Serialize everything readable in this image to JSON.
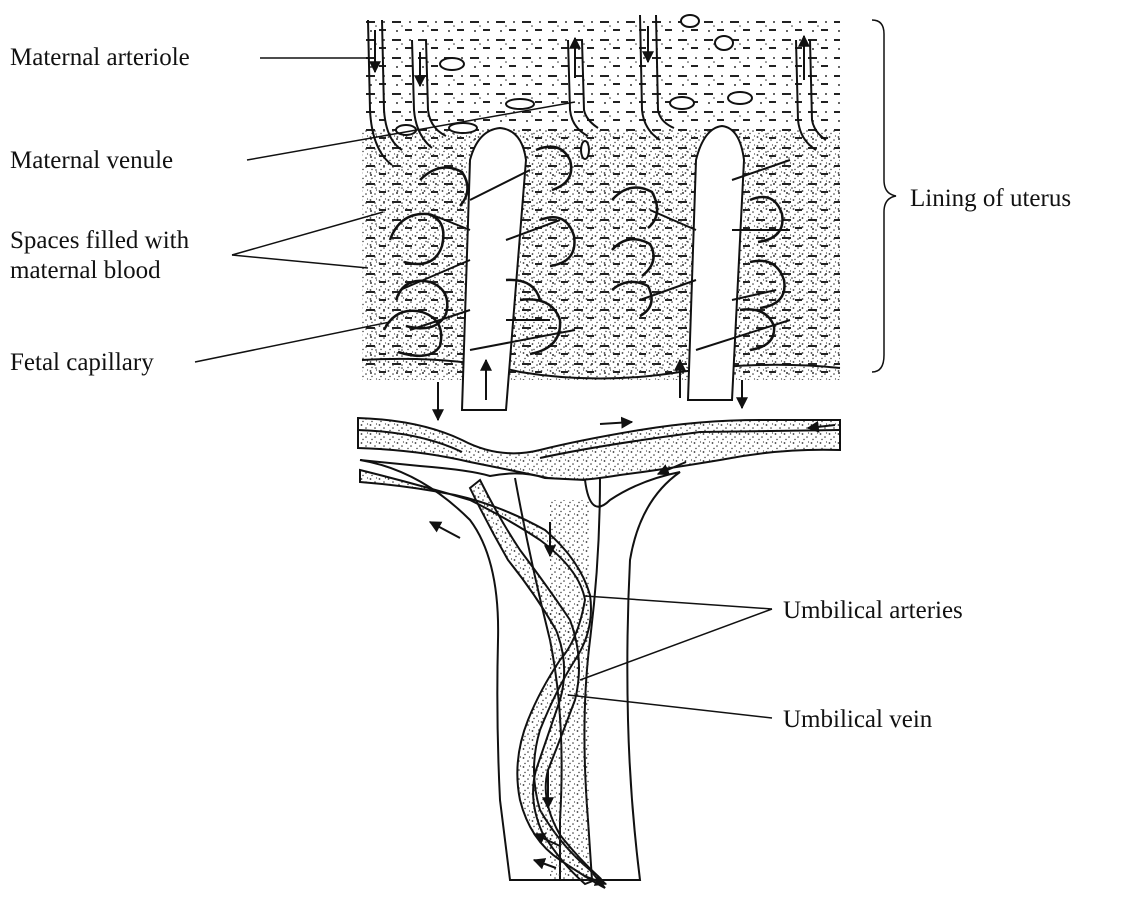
{
  "labels": {
    "maternal_arteriole": "Maternal arteriole",
    "maternal_venule": "Maternal venule",
    "spaces_line1": "Spaces filled with",
    "spaces_line2": "maternal blood",
    "fetal_capillary": "Fetal capillary",
    "lining_of_uterus": "Lining of uterus",
    "umbilical_arteries": "Umbilical arteries",
    "umbilical_vein": "Umbilical vein"
  },
  "colors": {
    "ink": "#111111",
    "stipple": "#333333",
    "background": "#ffffff"
  }
}
